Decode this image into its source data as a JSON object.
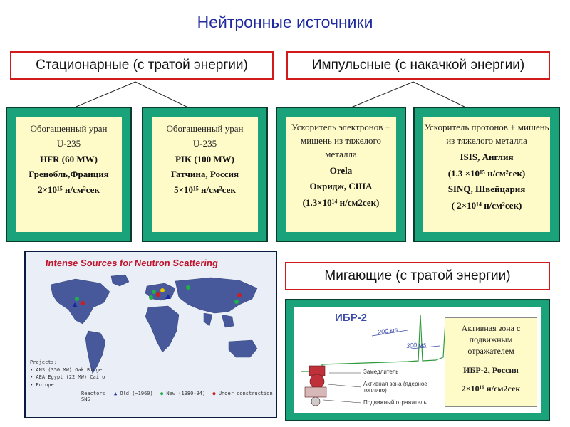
{
  "title": "Нейтронные источники",
  "categories": {
    "stationary": "Стационарные (с тратой энергии)",
    "pulsed": "Импульсные (с накачкой энергии)",
    "blinking": "Мигающие (с тратой энергии)"
  },
  "panels": [
    {
      "lines": [
        "Обогащенный уран",
        "U-235",
        "HFR (60 MW)",
        "Гренобль,Франция",
        "2×10¹⁵ н/см²сек"
      ]
    },
    {
      "lines": [
        "Обогащенный уран",
        "U-235",
        "PIK (100 MW)",
        "Гатчина, Россия",
        "5×10¹⁵ н/см²сек"
      ]
    },
    {
      "lines": [
        "Ускоритель электронов + мишень из тяжелого металла",
        "Orela",
        "Окридж, США",
        "(1.3×10¹⁴ н/см2сек)"
      ]
    },
    {
      "lines": [
        "Ускоритель протонов + мишень из тяжелого металла",
        "ISIS, Англия",
        "(1.3 ×10¹⁵ н/см²сек)",
        "SINQ, Швейцария",
        "( 2×10¹⁴ н/см²сек)"
      ]
    }
  ],
  "map": {
    "title": "Intense Sources for Neutron Scattering",
    "legend_side": [
      "Projects:",
      "• ANS (350 MW) Oak Ridge",
      "• AEA Egypt (22 MW) Cairo",
      "• Europe"
    ],
    "legend_bottom": [
      "Reactors",
      "SNS",
      "Old (~1960)",
      "New (1980-94)",
      "Under construction"
    ]
  },
  "ibr": {
    "label": "ИБР-2",
    "pulse_labels": [
      "200 мs",
      "300 мs"
    ],
    "parts": [
      "Замедлитель",
      "Активная зона (ядерное топливо)",
      "Подвижный отражатель"
    ],
    "box": {
      "line1": "Активная зона с подвижным отражателем",
      "line2": "ИБР-2, Россия",
      "line3": "2×10¹⁶ н/см2сек"
    }
  },
  "colors": {
    "title": "#1f2a9e",
    "border_red": "#d21a1a",
    "panel_green": "#1aa37a",
    "panel_inner": "#fffbc8"
  }
}
